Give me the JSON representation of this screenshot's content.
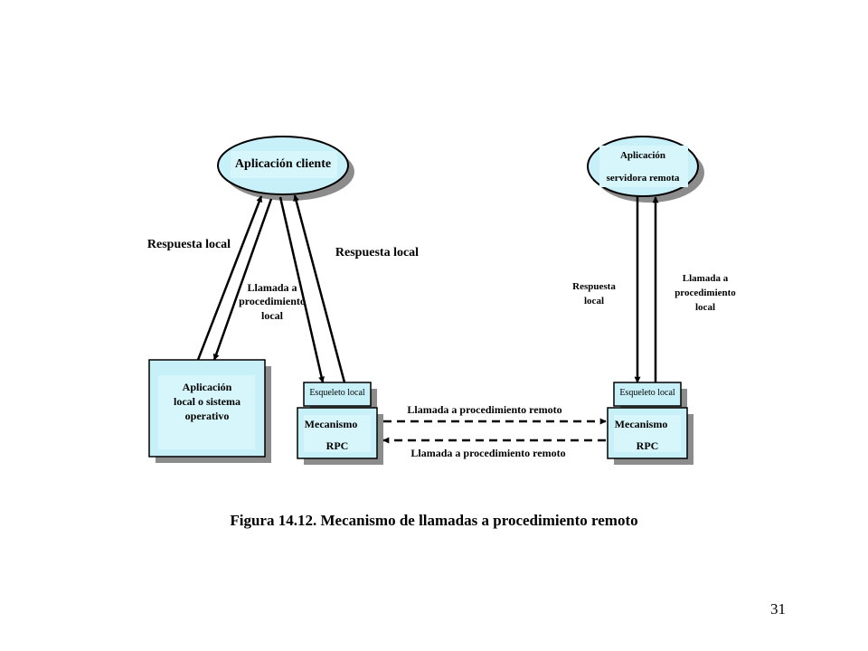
{
  "nodes": {
    "client_app": "Aplicación cliente",
    "server_app_line1": "Aplicación",
    "server_app_line2": "servidora remota",
    "local_app_line1": "Aplicación",
    "local_app_line2": "local o sistema",
    "local_app_line3": "operativo",
    "client_skeleton": "Esqueleto local",
    "server_skeleton": "Esqueleto local",
    "client_rpc_line1": "Mecanismo",
    "client_rpc_line2": "RPC",
    "server_rpc_line1": "Mecanismo",
    "server_rpc_line2": "RPC"
  },
  "edges": {
    "left_response": "Respuesta local",
    "mid_response": "Respuesta local",
    "left_call_line1": "Llamada a",
    "left_call_line2": "procedimiento",
    "left_call_line3": "local",
    "right_response_line1": "Respuesta",
    "right_response_line2": "local",
    "right_call_line1": "Llamada a",
    "right_call_line2": "procedimiento",
    "right_call_line3": "local",
    "remote_call_top": "Llamada a procedimiento remoto",
    "remote_call_bottom": "Llamada a procedimiento remoto"
  },
  "caption": "Figura 14.12. Mecanismo de llamadas a procedimiento remoto",
  "page_number": "31",
  "colors": {
    "fill": "#c8f0f8",
    "inner_fill": "#d6f6fb",
    "shadow": "#8c8c8c",
    "stroke": "#000000"
  }
}
